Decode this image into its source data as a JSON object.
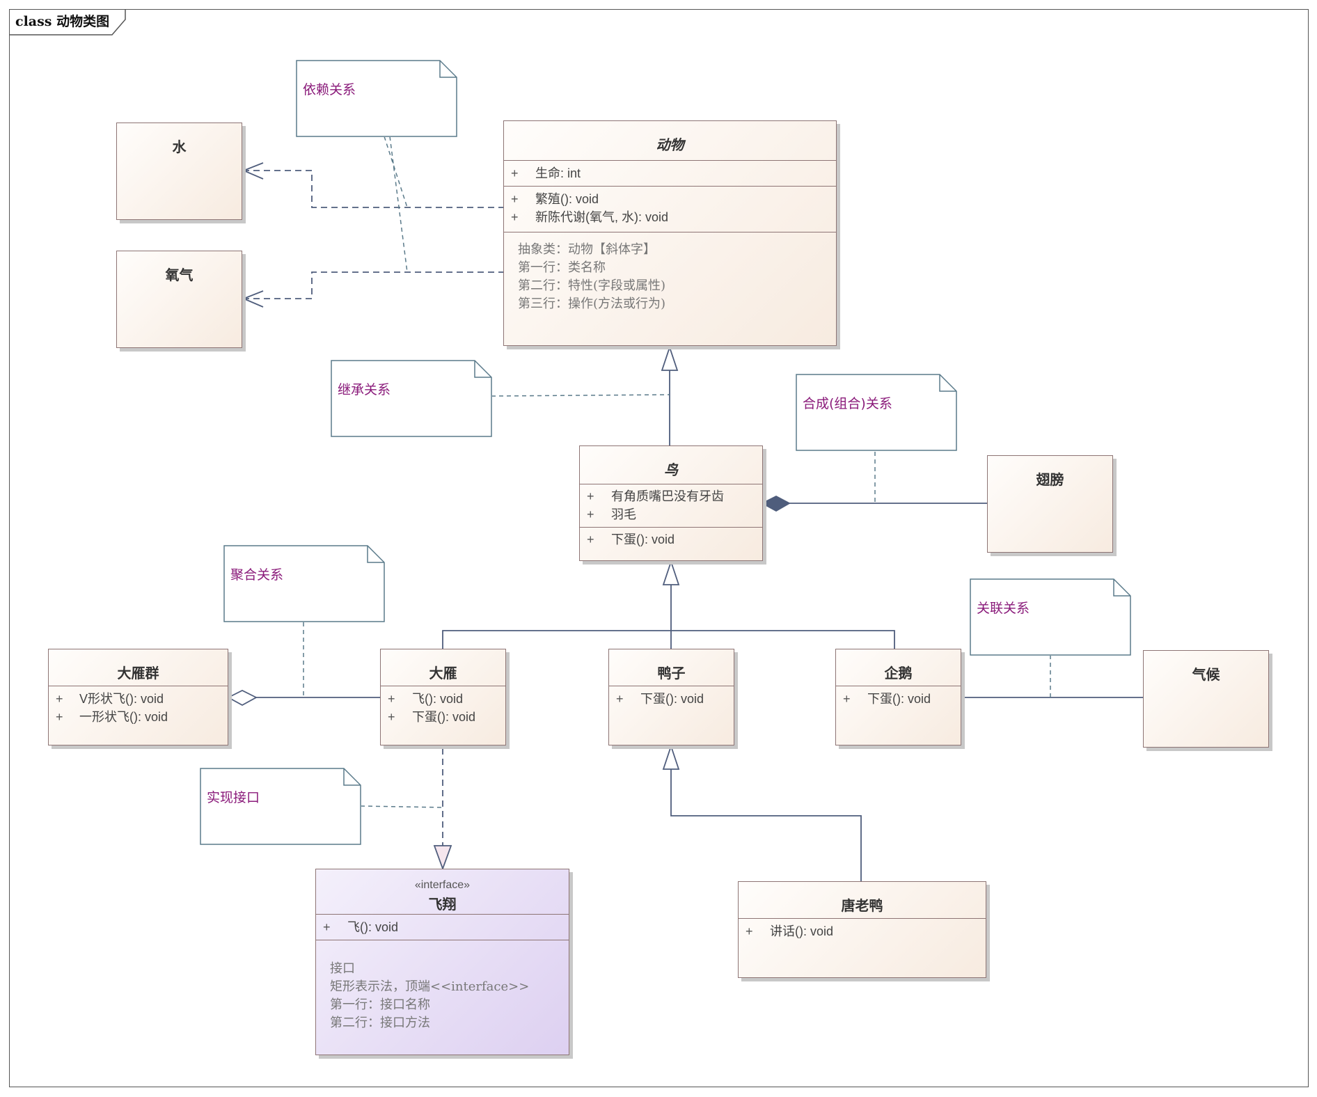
{
  "diagram": {
    "frame_title": "class 动物类图"
  },
  "classes": {
    "animal": {
      "name": "动物",
      "attributes": [
        {
          "vis": "+",
          "text": "生命: int"
        }
      ],
      "operations": [
        {
          "vis": "+",
          "text": "繁殖(): void"
        },
        {
          "vis": "+",
          "text": "新陈代谢(氧气, 水): void"
        }
      ],
      "notes": [
        "抽象类：动物【斜体字】",
        "第一行：类名称",
        "第二行：特性(字段或属性)",
        "第三行：操作(方法或行为)"
      ]
    },
    "water": {
      "name": "水"
    },
    "oxygen": {
      "name": "氧气"
    },
    "bird": {
      "name": "鸟",
      "attributes": [
        {
          "vis": "+",
          "text": "有角质嘴巴没有牙齿"
        },
        {
          "vis": "+",
          "text": "羽毛"
        }
      ],
      "operations": [
        {
          "vis": "+",
          "text": "下蛋(): void"
        }
      ]
    },
    "wing": {
      "name": "翅膀"
    },
    "goose_flock": {
      "name": "大雁群",
      "operations": [
        {
          "vis": "+",
          "text": "V形状飞(): void"
        },
        {
          "vis": "+",
          "text": "一形状飞(): void"
        }
      ]
    },
    "goose": {
      "name": "大雁",
      "operations": [
        {
          "vis": "+",
          "text": "飞(): void"
        },
        {
          "vis": "+",
          "text": "下蛋(): void"
        }
      ]
    },
    "duck": {
      "name": "鸭子",
      "operations": [
        {
          "vis": "+",
          "text": "下蛋(): void"
        }
      ]
    },
    "penguin": {
      "name": "企鹅",
      "operations": [
        {
          "vis": "+",
          "text": "下蛋(): void"
        }
      ]
    },
    "climate": {
      "name": "气候"
    },
    "fly_iface": {
      "stereotype": "«interface»",
      "name": "飞翔",
      "operations": [
        {
          "vis": "+",
          "text": "飞(): void"
        }
      ],
      "notes": [
        "接口",
        "矩形表示法，顶端<<interface>>",
        "第一行：接口名称",
        "第二行：接口方法"
      ]
    },
    "donald": {
      "name": "唐老鸭",
      "operations": [
        {
          "vis": "+",
          "text": "讲话(): void"
        }
      ]
    }
  },
  "notes": {
    "dependency": "依赖关系",
    "inheritance": "继承关系",
    "composition": "合成(组合)关系",
    "aggregation": "聚合关系",
    "association": "关联关系",
    "realization": "实现接口"
  },
  "colors": {
    "class_border": "#8d7474",
    "link": "#4f5d7c",
    "note_border": "#5a7a8a",
    "note_text": "#8a1a7a",
    "interface_fill": "#ddd0f1"
  }
}
